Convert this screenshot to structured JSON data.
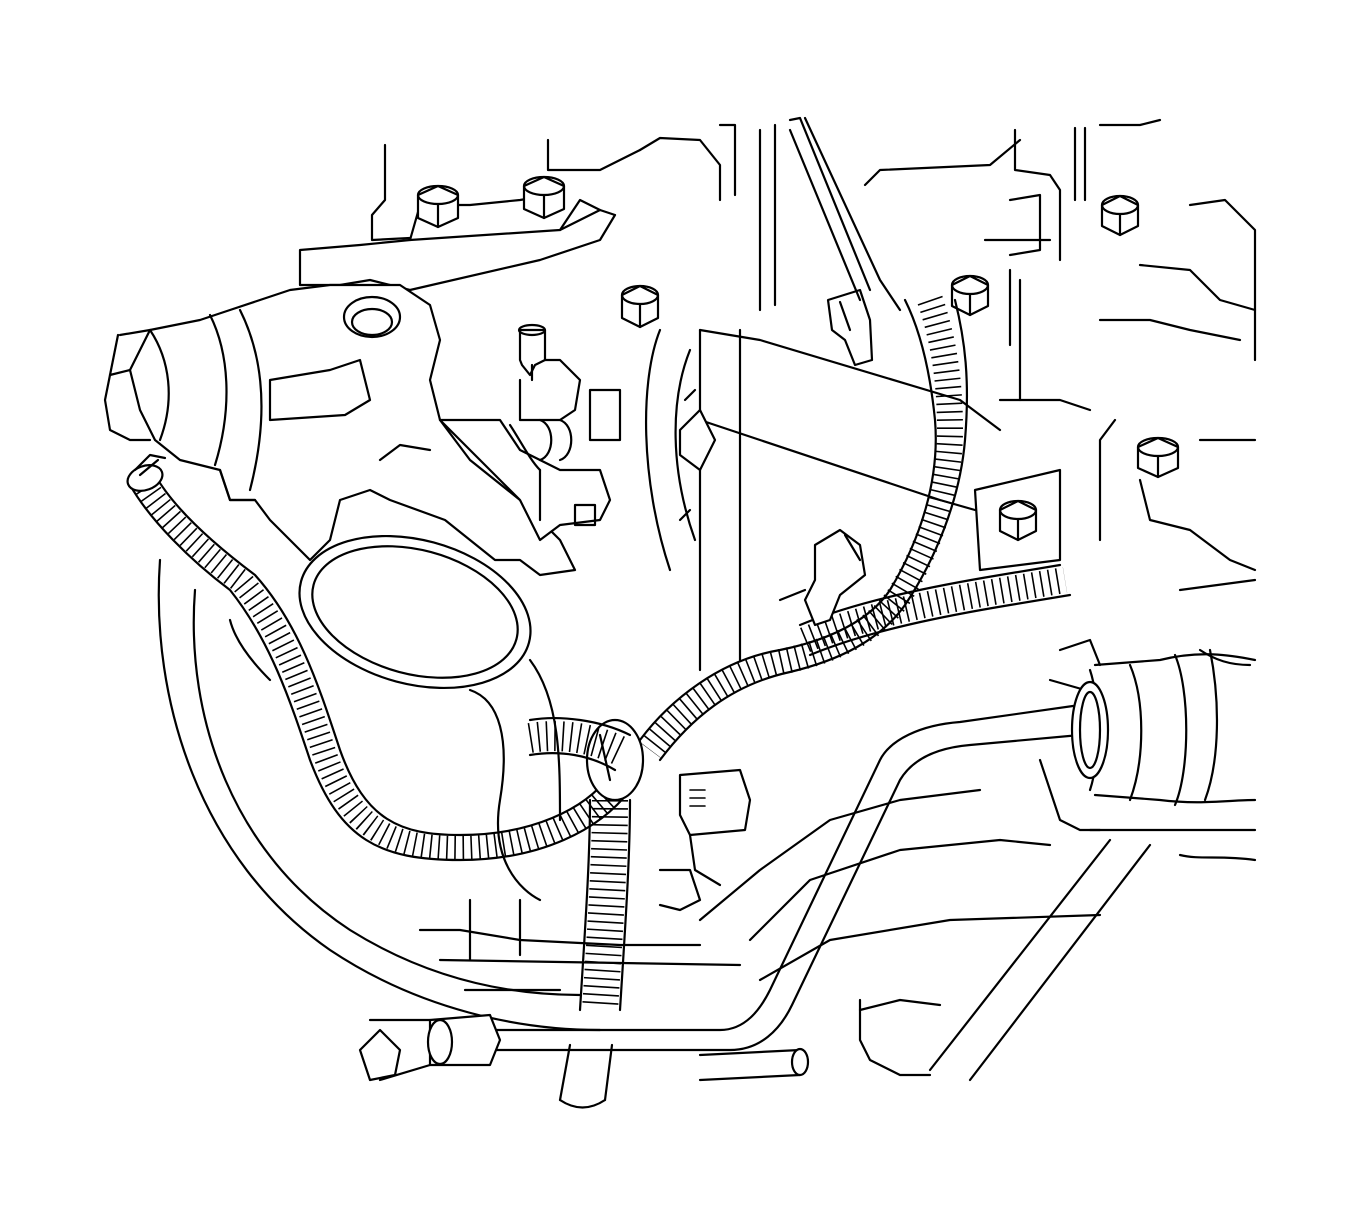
{
  "figure": {
    "background": "#ffffff",
    "line_color": "#000000",
    "style": "black-and-white technical line drawing",
    "parts": [
      "throttle-body",
      "air-inlet-opening",
      "mounting-bolt",
      "wiring-harness-conduit",
      "electrical-connector",
      "vacuum-fitting",
      "bracket",
      "metal-tube-line",
      "hose-coupling",
      "hose-clamp"
    ]
  }
}
